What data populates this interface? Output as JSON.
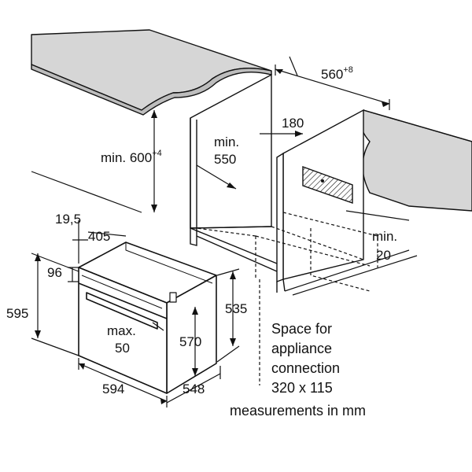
{
  "dimensions": {
    "depth_clearance": {
      "value": "560",
      "suffix": "+8"
    },
    "rear_gap": "180",
    "niche_height": {
      "prefix": "min. 600",
      "suffix": "+4"
    },
    "niche_width_line1": "min.",
    "niche_width_line2": "550",
    "side_gap_line1": "min.",
    "side_gap_line2": "20",
    "front_offset": "19,5",
    "top_depth": "405",
    "panel_height": "96",
    "total_height": "595",
    "max_gap_line1": "max.",
    "max_gap_line2": "50",
    "body_height": "570",
    "body_height_rear": "535",
    "width": "594",
    "depth": "548"
  },
  "notes": {
    "space_line1": "Space for",
    "space_line2": "appliance",
    "space_line3": "connection",
    "space_line4": "320 x 115",
    "units": "measurements in mm"
  }
}
